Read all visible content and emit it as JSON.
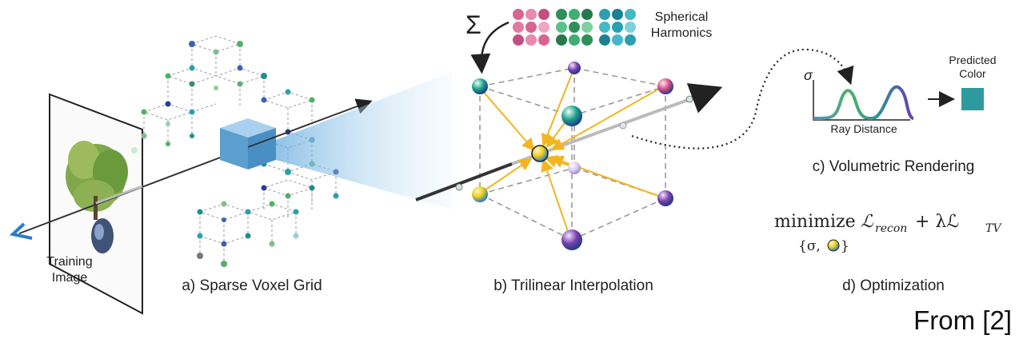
{
  "panels": {
    "a": {
      "caption": "a) Sparse Voxel Grid",
      "training_label_line1": "Training",
      "training_label_line2": "Image"
    },
    "b": {
      "caption": "b) Trilinear Interpolation",
      "sum_symbol": "Σ",
      "sh_label_line1": "Spherical",
      "sh_label_line2": "Harmonics"
    },
    "c": {
      "caption": "c) Volumetric Rendering",
      "sigma_symbol": "σ",
      "x_axis_label": "Ray Distance",
      "output_label_line1": "Predicted",
      "output_label_line2": "Color",
      "output_color": "#2e9a9e"
    },
    "d": {
      "caption": "d) Optimization",
      "objective_prefix": "minimize",
      "objective_term1": "ℒ",
      "objective_sub1": "recon",
      "objective_op": "+ λℒ",
      "objective_sub2": "TV",
      "objective_vars_open": "{σ,",
      "objective_vars_close": "}"
    }
  },
  "source": "From [2]",
  "colors": {
    "ray": "#333333",
    "voxel_highlight": "#5b9fce",
    "interp_arrows": "#f2b523",
    "density_curve": "#3f9b7a",
    "sh_pink": "#d9648f",
    "sh_green": "#2f8f5a",
    "sh_teal": "#2a9fb0"
  }
}
